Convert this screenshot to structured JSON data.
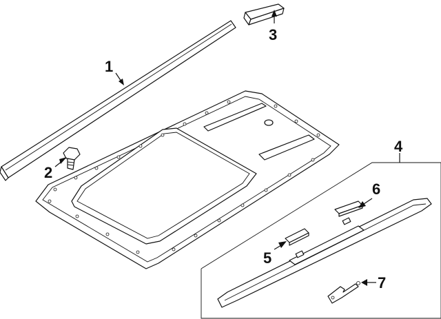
{
  "diagram": {
    "callouts": [
      {
        "number": "1",
        "part": "roof-molding"
      },
      {
        "number": "2",
        "part": "bolt"
      },
      {
        "number": "3",
        "part": "bracket"
      },
      {
        "number": "4",
        "part": "roof-rack-assembly"
      },
      {
        "number": "5",
        "part": "rail-end-cover-front"
      },
      {
        "number": "6",
        "part": "rail-end-cover-rear"
      },
      {
        "number": "7",
        "part": "clip"
      }
    ]
  }
}
